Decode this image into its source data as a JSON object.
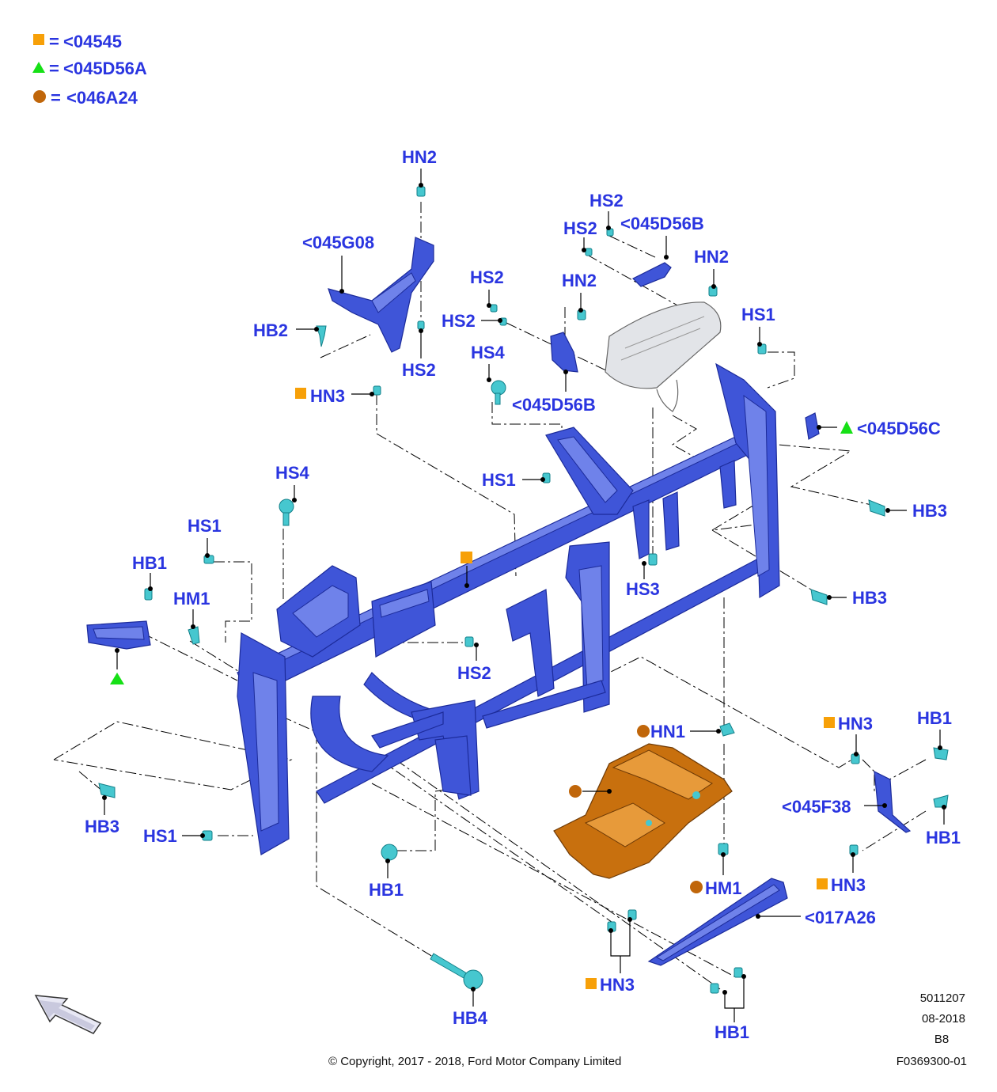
{
  "legend": [
    {
      "symbol": "orange-square",
      "eq": "=",
      "code": "<04545"
    },
    {
      "symbol": "green-triangle",
      "eq": "=",
      "code": "<045D56A"
    },
    {
      "symbol": "brown-circle",
      "eq": "=",
      "code": "<046A24"
    }
  ],
  "colors": {
    "square": "#f7a008",
    "triangle": "#16e016",
    "circle": "#c0660a",
    "label": "#2a35e0",
    "frame": "#3f55d8",
    "fastener": "#46c7cf",
    "cover": "#c8700e"
  },
  "callouts": {
    "hn2_top": "HN2",
    "c045g08": "<045G08",
    "hb2": "HB2",
    "hs2_upper": "HS2",
    "hn3_upper": "HN3",
    "hs2_a": "HS2",
    "hs2_b": "HS2",
    "c045d56b_top": "<045D56B",
    "hn2_right": "HN2",
    "hs2_c": "HS2",
    "hn2_mid": "HN2",
    "hs2_d": "HS2",
    "hs4_top": "HS4",
    "c045d56b_mid": "<045D56B",
    "hs1_right": "HS1",
    "c045d56c": "<045D56C",
    "hs1_center": "HS1",
    "hb3_right_a": "HB3",
    "hs4_left": "HS4",
    "hs3": "HS3",
    "hb3_right_b": "HB3",
    "hs1_left": "HS1",
    "hb1_left": "HB1",
    "hm1_left": "HM1",
    "hs2_center": "HS2",
    "hn1": "HN1",
    "hn3_right": "HN3",
    "hb1_right_top": "HB1",
    "c045f38": "<045F38",
    "hb1_right_mid": "HB1",
    "hb3_left": "HB3",
    "hs1_bottom": "HS1",
    "hb1_center": "HB1",
    "hm1_bottom": "HM1",
    "hn3_right_bottom": "HN3",
    "c017a26": "<017A26",
    "hn3_bottom": "HN3",
    "hb4": "HB4",
    "hb1_bottom": "HB1"
  },
  "meta": {
    "code": "5011207",
    "date": "08-2018",
    "rev": "B8",
    "copyright": "© Copyright, 2017 - 2018, Ford Motor Company Limited",
    "figure": "F0369300-01"
  },
  "icons": [
    "orange-square",
    "green-triangle",
    "brown-circle",
    "direction-arrow"
  ]
}
